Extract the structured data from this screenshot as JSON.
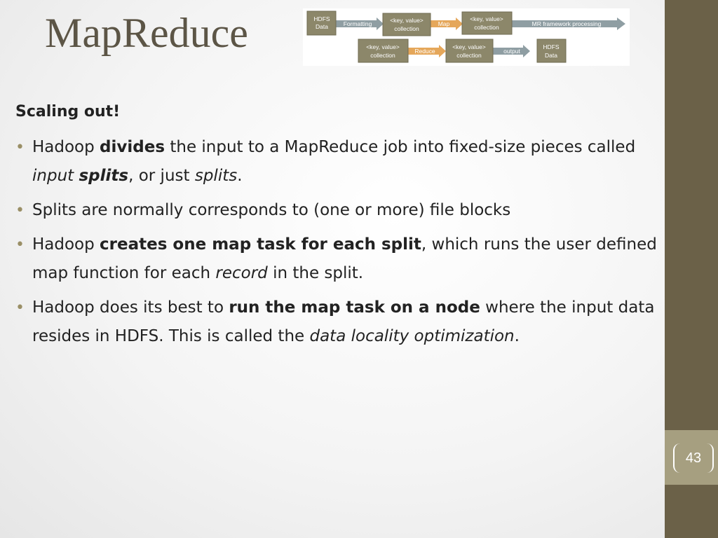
{
  "slide": {
    "title": "MapReduce",
    "heading": "Scaling out!",
    "page_number": "43"
  },
  "diagram": {
    "boxes": {
      "hdfs_in": [
        "HDFS",
        "Data"
      ],
      "kv1": [
        "<key, value>",
        "collection"
      ],
      "kv2": [
        "<key, value>",
        "collection"
      ],
      "kv3": [
        "<key, value>",
        "collection"
      ],
      "kv4": [
        "<key, value>",
        "collection"
      ],
      "hdfs_out": [
        "HDFS",
        "Data"
      ]
    },
    "arrows": {
      "formatting": "Formatting",
      "map": "Map",
      "mr": "MR framework processing",
      "reduce": "Reduce",
      "output": "output"
    }
  },
  "bullets": [
    {
      "pre": "Hadoop ",
      "b1": "divides",
      "mid": " the input to a MapReduce job into fixed-size pieces called ",
      "i1": "input",
      "sp": " ",
      "bi": "splits",
      "mid2": ", or just ",
      "i2": "splits",
      "end": "."
    },
    {
      "text": "Splits are normally corresponds to (one or more) file blocks"
    },
    {
      "pre": "Hadoop ",
      "b1": "creates one map task for each split",
      "mid": ", which runs the user defined map function for each ",
      "i1": "record",
      "end": " in the split."
    },
    {
      "pre": "Hadoop does its best to ",
      "b1": "run the map task on a node",
      "mid": " where the input data resides in HDFS. This is called the ",
      "i1": "data locality optimization",
      "end": "."
    }
  ],
  "bullet_symbol": "•",
  "colors": {
    "sidebar": "#6b6148",
    "page_box": "#a69f80",
    "title": "#5c5546",
    "diagram_box": "#8c876a",
    "arrow_gray": "#8f9ea3",
    "arrow_orange": "#e5a75a"
  }
}
